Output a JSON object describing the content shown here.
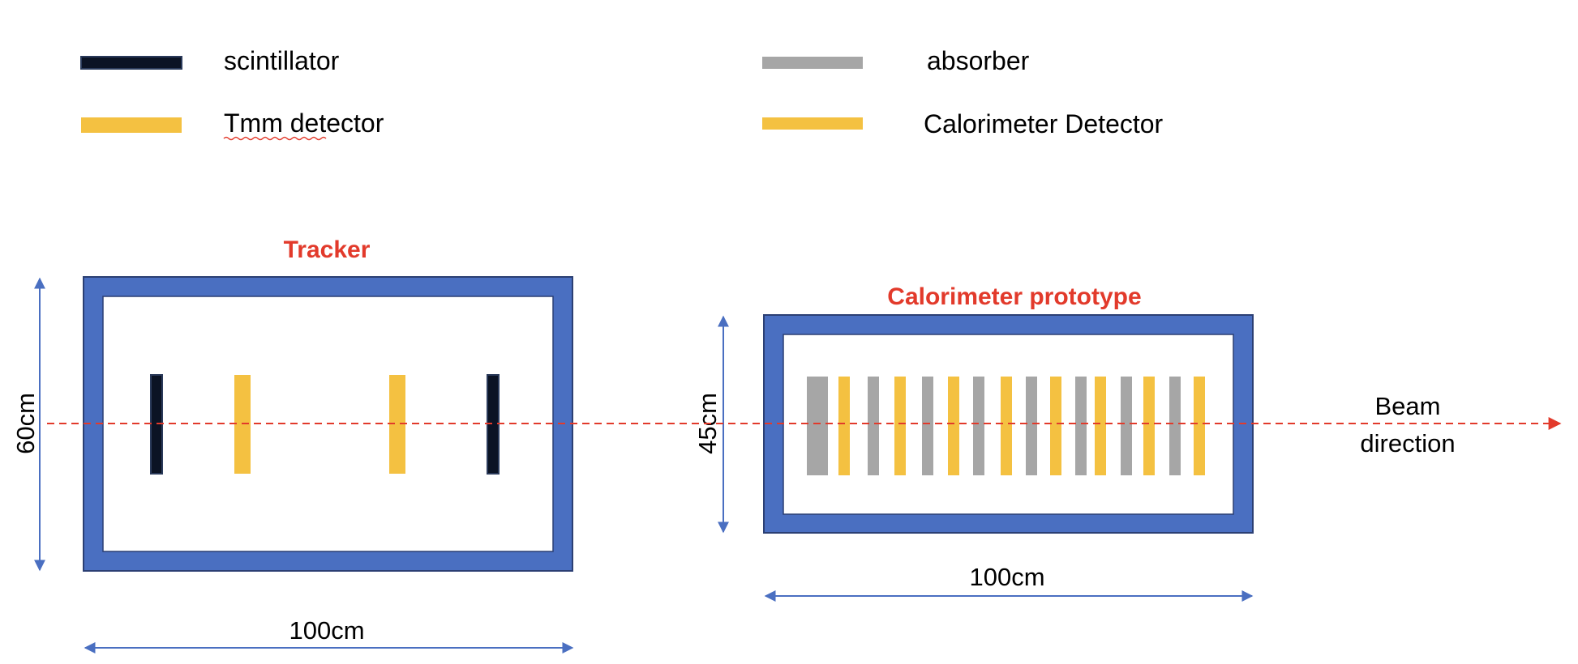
{
  "colors": {
    "scintillator": "#0b1324",
    "tmm": "#f4c141",
    "absorber": "#a6a6a6",
    "calorimeter_detector": "#f4c141",
    "frame": "#4a6fc1",
    "title": "#e23a2b",
    "beam": "#e23a2b",
    "dimension_arrow": "#4a6fc1"
  },
  "legend": {
    "scintillator": "scintillator",
    "tmm": "Tmm detector",
    "absorber": "absorber",
    "calorimeter": "Calorimeter Detector"
  },
  "tracker": {
    "title": "Tracker",
    "height_label": "60cm",
    "width_label": "100cm",
    "layers": [
      "scintillator",
      "tmm",
      "tmm",
      "scintillator"
    ]
  },
  "calorimeter": {
    "title": "Calorimeter prototype",
    "height_label": "45cm",
    "width_label": "100cm",
    "layers": [
      "absorber",
      "detector",
      "absorber",
      "detector",
      "absorber",
      "detector",
      "absorber",
      "detector",
      "absorber",
      "detector",
      "absorber",
      "detector",
      "absorber",
      "detector",
      "absorber",
      "detector"
    ]
  },
  "beam": {
    "line1": "Beam",
    "line2": "direction"
  }
}
